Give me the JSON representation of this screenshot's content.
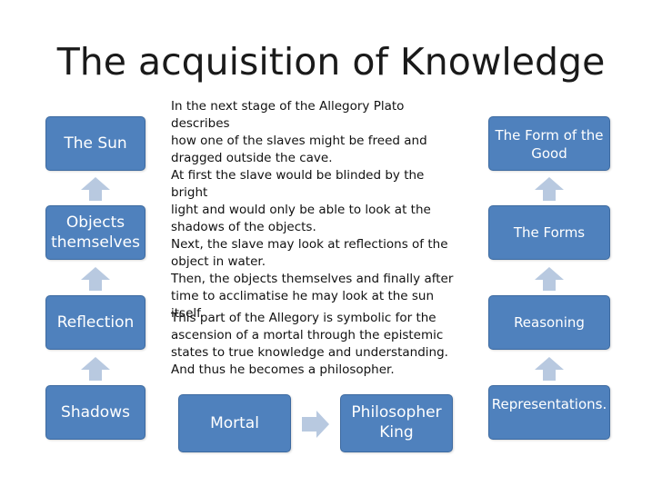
{
  "title": "The acquisition of Knowledge",
  "left_column": [
    "The Sun",
    "Objects themselves",
    "Reflection",
    "Shadows"
  ],
  "right_column": [
    "The Form of the Good",
    "The Forms",
    "Reasoning",
    "Representations."
  ],
  "description": [
    "In the next stage of the Allegory Plato describes",
    "how one of the slaves might be freed and",
    "dragged outside the cave.",
    "At first the slave would be blinded by the bright",
    "light and would only be able to look at the",
    "shadows of the objects.",
    "Next, the slave may look at reflections of the",
    "object in water.",
    "Then, the objects themselves and finally after",
    "time to acclimatise he may look at the sun",
    "itself."
  ],
  "conclusion": [
    "This  part of the Allegory is symbolic for the",
    "ascension of a mortal through the epistemic",
    "states to true knowledge and understanding.",
    "And thus he becomes a philosopher."
  ],
  "bottom": {
    "from": "Mortal",
    "to": "Philosopher King"
  },
  "colors": {
    "box_fill": "#4f81bd",
    "arrow_fill": "#b8c9e0",
    "box_text": "#ffffff"
  }
}
